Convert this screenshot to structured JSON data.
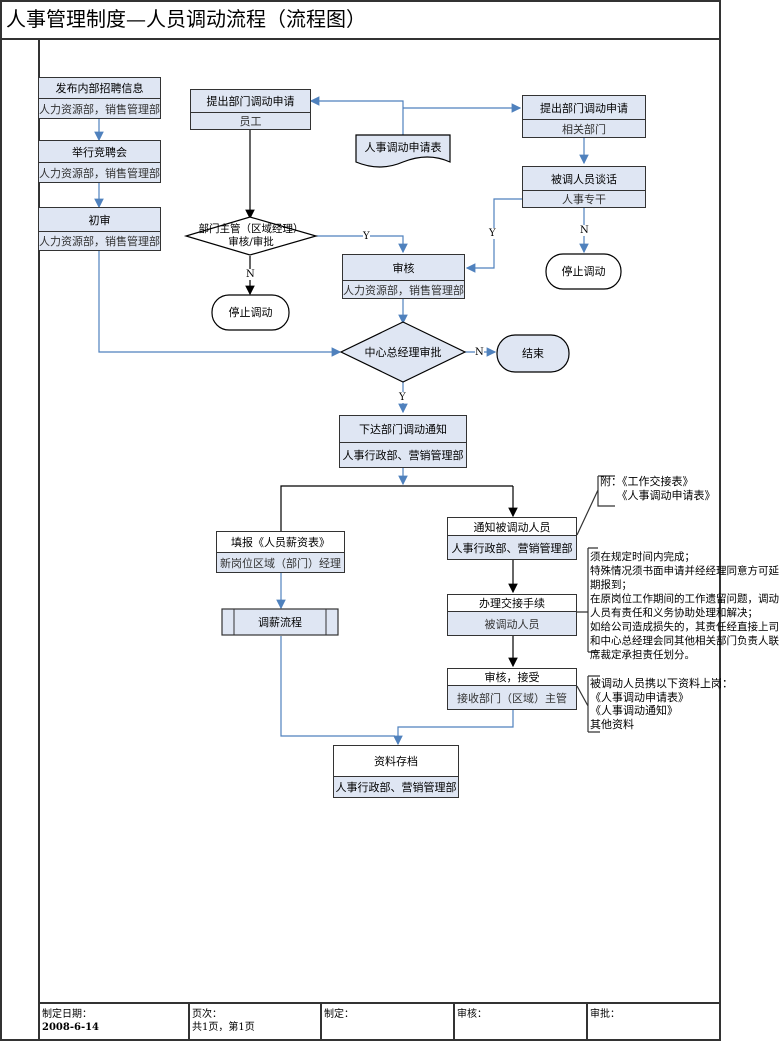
{
  "title": "人事管理制度—人员调动流程（流程图）",
  "colors": {
    "box_fill": "#dfe6f3",
    "connector_blue": "#4f81bd",
    "border": "#333333"
  },
  "nodes": {
    "publish": {
      "title": "发布内部招聘信息",
      "sub": "人力资源部，销售管理部"
    },
    "compete": {
      "title": "举行竞聘会",
      "sub": "人力资源部，销售管理部"
    },
    "prelim": {
      "title": "初审",
      "sub": "人力资源部，销售管理部"
    },
    "apply_employee": {
      "title": "提出部门调动申请",
      "sub": "员工"
    },
    "apply_dept": {
      "title": "提出部门调动申请",
      "sub": "相关部门"
    },
    "form_doc": {
      "title": "人事调动申请表"
    },
    "interview": {
      "title": "被调人员谈话",
      "sub": "人事专干"
    },
    "dept_decision": {
      "title": "部门主管（区域经理）审核/审批"
    },
    "stop1": {
      "title": "停止调动"
    },
    "stop2": {
      "title": "停止调动"
    },
    "review": {
      "title": "审核",
      "sub": "人力资源部，销售管理部"
    },
    "gm_decision": {
      "title": "中心总经理审批"
    },
    "end": {
      "title": "结束"
    },
    "notice": {
      "title": "下达部门调动通知",
      "sub": "人事行政部、营销管理部"
    },
    "salary_form": {
      "title": "填报《人员薪资表》",
      "sub": "新岗位区域（部门）经理"
    },
    "salary_process": {
      "title": "调薪流程"
    },
    "notify_person": {
      "title": "通知被调动人员",
      "sub": "人事行政部、营销管理部"
    },
    "handover": {
      "title": "办理交接手续",
      "sub": "被调动人员"
    },
    "accept": {
      "title": "审核，接受",
      "sub": "接收部门（区域）主管"
    },
    "archive": {
      "title": "资料存档",
      "sub": "人事行政部、营销管理部"
    }
  },
  "edge_labels": {
    "yes": "Y",
    "no": "N"
  },
  "notes": {
    "attach": "附：《工作交接表》\n　　《人事调动申请表》",
    "handover_note": "须在规定时间内完成；\n特殊情况须书面申请并经经理同意方可延\n期报到；\n在原岗位工作期间的工作遗留问题，调动\n人员有责任和义务协助处理和解决；\n如给公司造成损失的，其责任经直接上司\n和中心总经理会同其他相关部门负责人联\n席裁定承担责任划分。",
    "accept_note": "被调动人员携以下资料上岗：\n《人事调动申请表》\n《人事调动通知》\n其他资料"
  },
  "footer": {
    "date_label": "制定日期：",
    "date_value": "2008-6-14",
    "page_label": "页次：",
    "page_value": "共1页，第1页",
    "made_by_label": "制定：",
    "review_label": "审核：",
    "approve_label": "审批："
  }
}
